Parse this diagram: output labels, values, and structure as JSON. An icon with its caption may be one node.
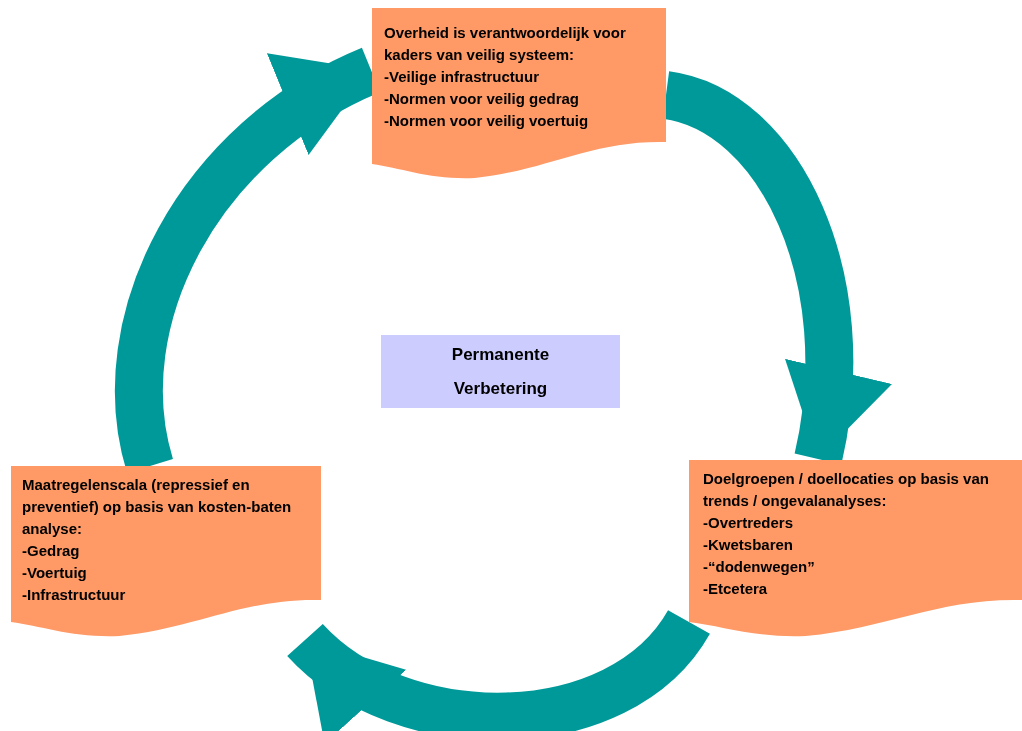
{
  "diagram": {
    "nodes": [
      {
        "text": [
          "Overheid is verantwoordelijk voor kaders van veilig systeem:",
          "-Veilige infrastructuur",
          "-Normen voor veilig gedrag",
          "-Normen voor veilig voertuig"
        ]
      },
      {
        "text": [
          "Doelgroepen / doellocaties op basis van trends / ongevalanalyses:",
          "-Overtreders",
          "-Kwetsbaren",
          "-“dodenwegen”",
          "-Etcetera"
        ]
      },
      {
        "text": [
          "Maatregelenscala (repressief en preventief) op basis van kosten-baten analyse:",
          "-Gedrag",
          "-Voertuig",
          "-Infrastructuur"
        ]
      },
      {
        "text": [
          "Permanente Verbetering"
        ]
      }
    ],
    "edges": [
      {
        "from": 0,
        "to": 1,
        "arrow": "to"
      },
      {
        "from": 1,
        "to": 2,
        "arrow": "to"
      },
      {
        "from": 2,
        "to": 0,
        "arrow": "to"
      }
    ]
  }
}
